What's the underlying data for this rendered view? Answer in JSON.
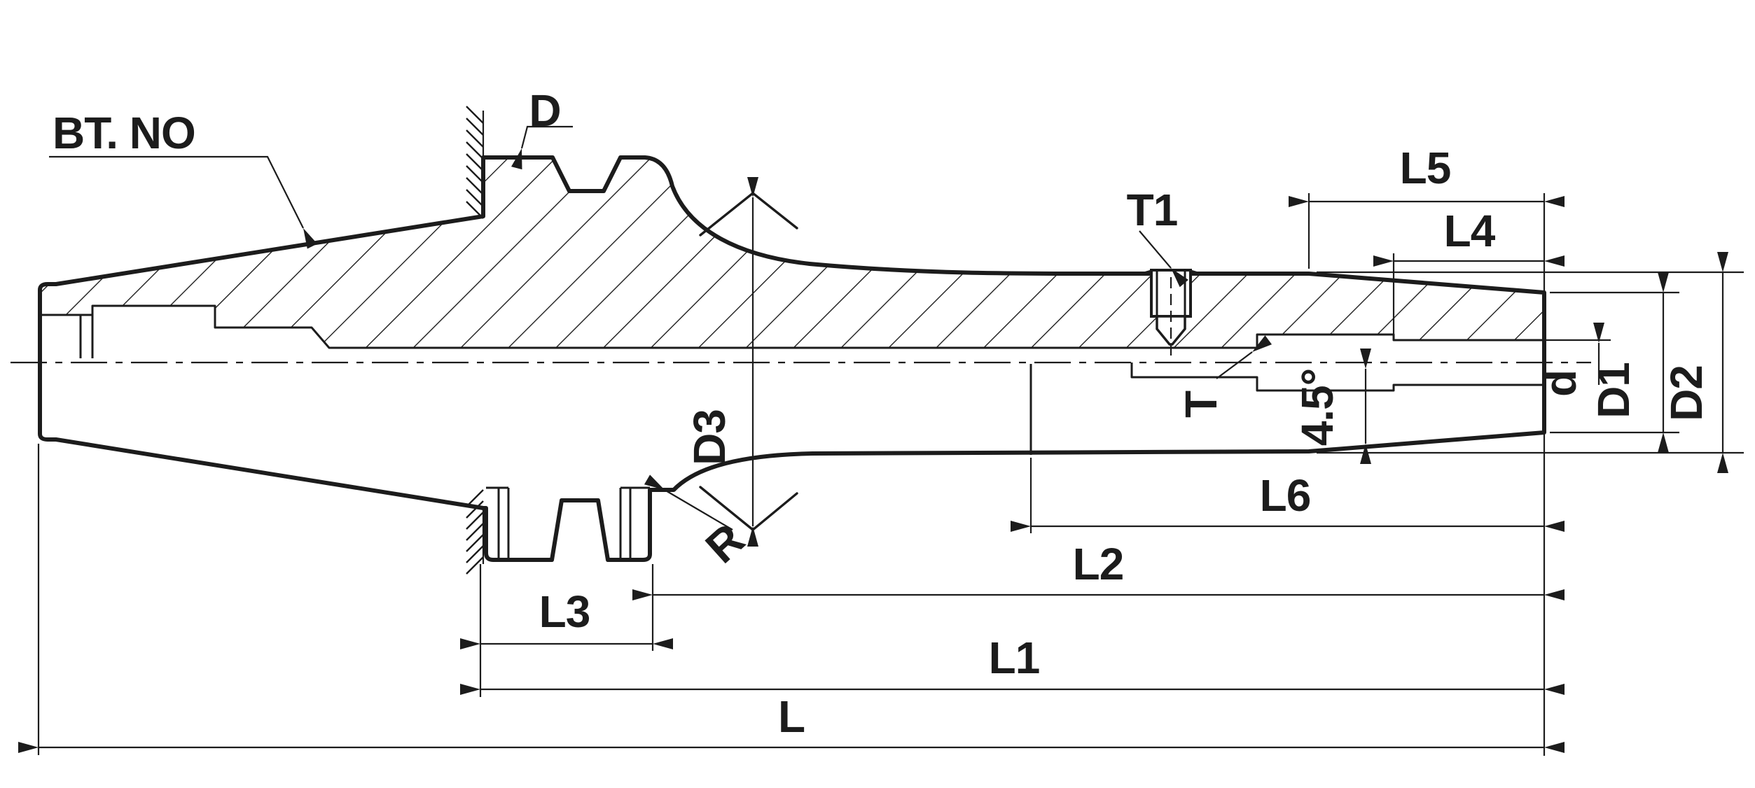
{
  "drawing": {
    "type": "technical-drawing",
    "description": "Cross-section dimensional drawing of a BT-shank side-lock tool holder",
    "colors": {
      "line": "#1c1c1c",
      "background": "#ffffff"
    },
    "labels": {
      "shank_standard": "BT. NO",
      "flange_diameter": "D",
      "set_screw": "T1",
      "screw_seat": "T",
      "taper_angle": "4.5°",
      "fillet_radius": "R",
      "bore_diameter": "d",
      "nose_diameter": "D1",
      "back_diameter": "D2",
      "neck_diameter": "D3",
      "length_overall": "L",
      "length_l1": "L1",
      "length_l2": "L2",
      "length_l3": "L3",
      "length_l4": "L4",
      "length_l5": "L5",
      "length_l6": "L6"
    }
  }
}
